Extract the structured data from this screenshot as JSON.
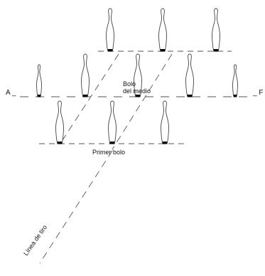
{
  "labels": {
    "left": "A _",
    "right": "_ F",
    "middle_pin_line1": "Bolo",
    "middle_pin_line2": "del medio",
    "first_pin": "Primer bolo",
    "shot_line": "Línea de tiro"
  },
  "colors": {
    "pin_outline": "#444444",
    "pin_base": "#000000",
    "dashes": "#555555",
    "background": "#ffffff"
  }
}
